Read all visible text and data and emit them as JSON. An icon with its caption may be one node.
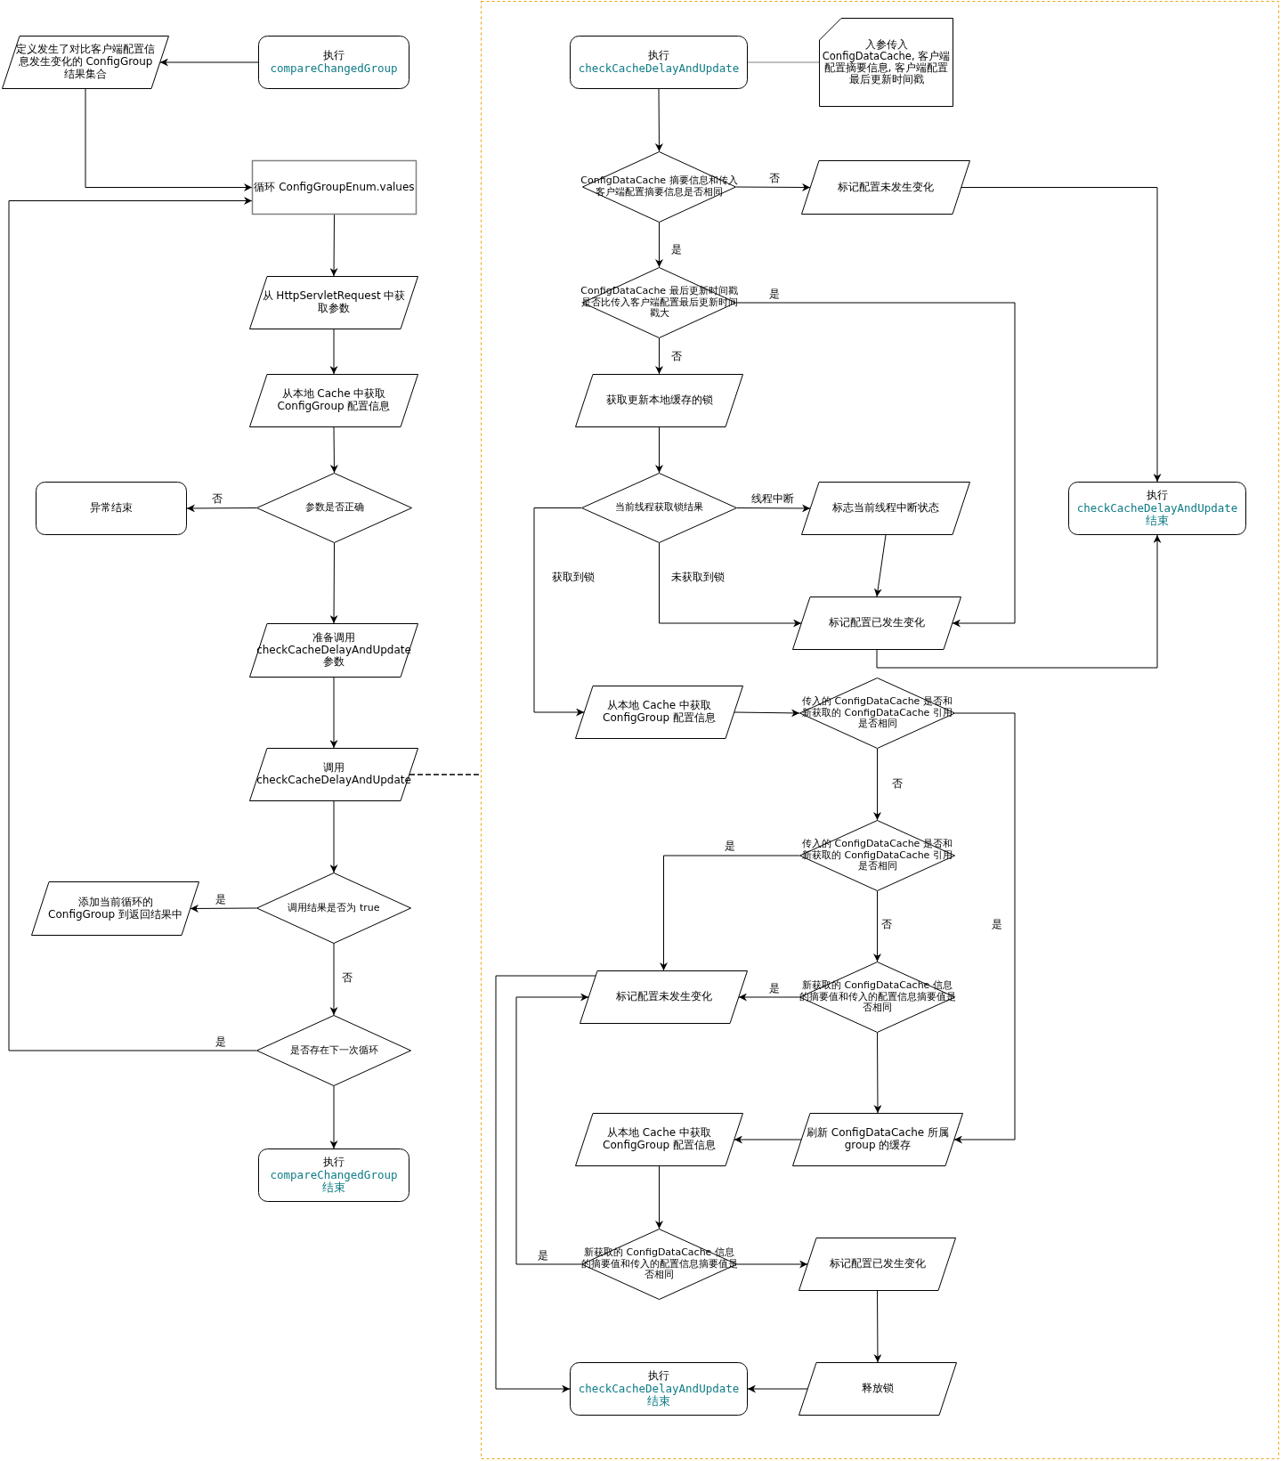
{
  "diagram": {
    "nodes": [
      {
        "text": [
          "定义发生了对比客户端配置信息发生变化的 ConfigGroup 结果集合"
        ]
      },
      {
        "text": [
          "执行",
          "compareChangedGroup"
        ]
      },
      {
        "text": [
          "循环 ConfigGroupEnum.values"
        ]
      },
      {
        "text": [
          "从 HttpServletRequest 中获取参数"
        ]
      },
      {
        "text": [
          "从本地 Cache 中获取 ConfigGroup 配置信息"
        ]
      },
      {
        "text": [
          "参数是否正确"
        ]
      },
      {
        "text": [
          "异常结束"
        ]
      },
      {
        "text": [
          "准备调用 checkCacheDelayAndUpdate 参数"
        ]
      },
      {
        "text": [
          "调用 checkCacheDelayAndUpdate"
        ]
      },
      {
        "text": [
          "调用结果是否为 true"
        ]
      },
      {
        "text": [
          "添加当前循环的 ConfigGroup 到返回结果中"
        ]
      },
      {
        "text": [
          "是否存在下一次循环"
        ]
      },
      {
        "text": [
          "执行",
          "compareChangedGroup",
          "结束"
        ]
      },
      {
        "text": [],
        "shape": "box"
      },
      {
        "text": [
          "执行",
          "checkCacheDelayAndUpdate"
        ],
        "in": 13
      },
      {
        "text": [
          "入参传入 ConfigDataCache, 客户端配置摘要信息, 客户端配置最后更新时间戳"
        ],
        "in": 13
      },
      {
        "text": [
          "ConfigDataCache 摘要信息和传入客户端配置摘要信息是否相同"
        ],
        "in": 13
      },
      {
        "text": [
          "标记配置未发生变化"
        ],
        "in": 13
      },
      {
        "text": [
          "ConfigDataCache 最后更新时间戳是否比传入客户端配置最后更新时间戳大"
        ],
        "in": 13
      },
      {
        "text": [
          "获取更新本地缓存的锁"
        ],
        "in": 13
      },
      {
        "text": [
          "当前线程获取锁结果"
        ],
        "in": 13
      },
      {
        "text": [
          "标志当前线程中断状态"
        ],
        "in": 13
      },
      {
        "text": [
          "执行",
          "checkCacheDelayAndUpdate",
          "结束"
        ],
        "in": 13
      },
      {
        "text": [
          "标记配置已发生变化"
        ],
        "in": 13
      },
      {
        "text": [
          "从本地 Cache 中获取 ConfigGroup 配置信息"
        ],
        "in": 13
      },
      {
        "text": [
          "传入的 ConfigDataCache 是否和新获取的 ConfigDataCache 引用是否相同"
        ],
        "in": 13
      },
      {
        "text": [
          "传入的 ConfigDataCache 是否和新获取的 ConfigDataCache 引用是否相同"
        ],
        "in": 13
      },
      {
        "text": [
          "标记配置未发生变化"
        ],
        "in": 13
      },
      {
        "text": [
          "新获取的 ConfigDataCache 信息的摘要值和传入的配置信息摘要值是否相同"
        ],
        "in": 13
      },
      {
        "text": [
          "从本地 Cache 中获取 ConfigGroup 配置信息"
        ],
        "in": 13
      },
      {
        "text": [
          "刷新 ConfigDataCache 所属 group 的缓存"
        ],
        "in": 13
      },
      {
        "text": [
          "新获取的 ConfigDataCache 信息的摘要值和传入的配置信息摘要值是否相同"
        ],
        "in": 13
      },
      {
        "text": [
          "标记配置已发生变化"
        ],
        "in": 13
      },
      {
        "text": [
          "释放锁"
        ],
        "in": 13
      },
      {
        "text": [
          "执行",
          "checkCacheDelayAndUpdate",
          "结束"
        ],
        "in": 13
      }
    ],
    "edges": [
      {
        "from": 1,
        "to": 0,
        "arrow": "to"
      },
      {
        "from": 0,
        "to": 2,
        "arrow": "to"
      },
      {
        "from": 11,
        "to": 2,
        "arrow": "to",
        "label": "是"
      },
      {
        "from": 2,
        "to": 3,
        "arrow": "to"
      },
      {
        "from": 3,
        "to": 4,
        "arrow": "to"
      },
      {
        "from": 4,
        "to": 5,
        "arrow": "to"
      },
      {
        "from": 5,
        "to": 6,
        "arrow": "to",
        "label": "否"
      },
      {
        "from": 5,
        "to": 7,
        "arrow": "to"
      },
      {
        "from": 7,
        "to": 8,
        "arrow": "to"
      },
      {
        "from": 8,
        "to": 9,
        "arrow": "to"
      },
      {
        "from": 9,
        "to": 10,
        "arrow": "to",
        "label": "是"
      },
      {
        "from": 9,
        "to": 11,
        "arrow": "to",
        "label": "否"
      },
      {
        "from": 11,
        "to": 12,
        "arrow": "to"
      },
      {
        "from": 8,
        "to": 13,
        "arrow": "none",
        "style": "dashed"
      },
      {
        "from": 14,
        "to": 15,
        "arrow": "none",
        "color": "#808080"
      },
      {
        "from": 14,
        "to": 16,
        "arrow": "to"
      },
      {
        "from": 16,
        "to": 17,
        "arrow": "to",
        "label": "否"
      },
      {
        "from": 16,
        "to": 18,
        "arrow": "to",
        "label": "是"
      },
      {
        "from": 17,
        "to": 22,
        "arrow": "to"
      },
      {
        "from": 18,
        "to": 23,
        "arrow": "to",
        "label": "是"
      },
      {
        "from": 18,
        "to": 19,
        "arrow": "to",
        "label": "否"
      },
      {
        "from": 19,
        "to": 20,
        "arrow": "to"
      },
      {
        "from": 20,
        "to": 21,
        "arrow": "to",
        "label": "线程中断"
      },
      {
        "from": 20,
        "to": 24,
        "arrow": "to",
        "label": "获取到锁"
      },
      {
        "from": 20,
        "to": 23,
        "arrow": "to",
        "label": "未获取到锁"
      },
      {
        "from": 21,
        "to": 23,
        "arrow": "to"
      },
      {
        "from": 23,
        "to": 22,
        "arrow": "to"
      },
      {
        "from": 24,
        "to": 25,
        "arrow": "to"
      },
      {
        "from": 25,
        "to": 26,
        "arrow": "to",
        "label": "否"
      },
      {
        "from": 25,
        "to": 30,
        "arrow": "to",
        "label": "是"
      },
      {
        "from": 26,
        "to": 27,
        "arrow": "to",
        "label": "是"
      },
      {
        "from": 26,
        "to": 28,
        "arrow": "to",
        "label": "否"
      },
      {
        "from": 28,
        "to": 27,
        "arrow": "to",
        "label": "是"
      },
      {
        "from": 28,
        "to": 30,
        "arrow": "to"
      },
      {
        "from": 30,
        "to": 29,
        "arrow": "to"
      },
      {
        "from": 29,
        "to": 31,
        "arrow": "to"
      },
      {
        "from": 31,
        "to": 27,
        "arrow": "to",
        "label": "是"
      },
      {
        "from": 31,
        "to": 32,
        "arrow": "to"
      },
      {
        "from": 32,
        "to": 33,
        "arrow": "to"
      },
      {
        "from": 33,
        "to": 34,
        "arrow": "to"
      },
      {
        "from": 27,
        "to": 34,
        "arrow": "to"
      }
    ]
  }
}
